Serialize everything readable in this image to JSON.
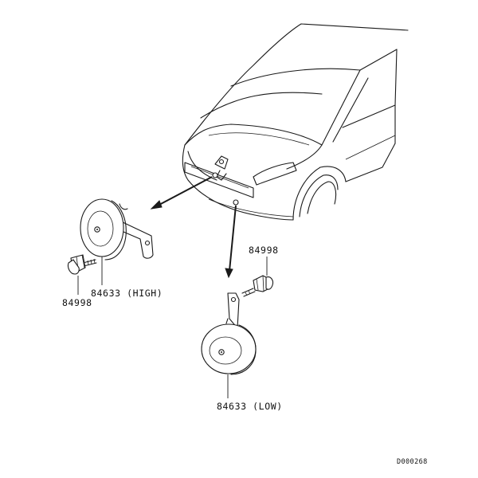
{
  "callouts": {
    "bolt_left": "84998",
    "horn_high": "84633 (HIGH)",
    "bolt_right": "84998",
    "horn_low": "84633 (LOW)"
  },
  "drawing_code": "D000268"
}
